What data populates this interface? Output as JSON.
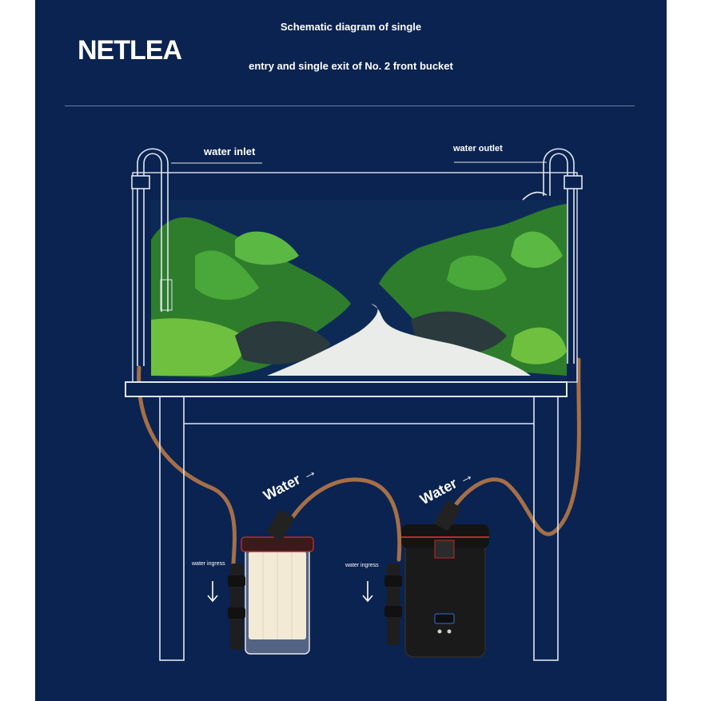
{
  "brand": {
    "logo_text": "NETLEA"
  },
  "header": {
    "title_line1": "Schematic diagram of single",
    "title_line2": "entry and single exit of No. 2 front bucket"
  },
  "labels": {
    "water_inlet": "water inlet",
    "water_outlet": "water outlet",
    "water_ingress_left": "water ingress",
    "water_ingress_right": "water ingress",
    "flow_left": "Water →",
    "flow_right": "Water →"
  },
  "colors": {
    "background": "#0b2350",
    "hose": "#a56f48",
    "line": "#dfe6f2",
    "plant_green": "#3f9a35",
    "canister_body": "#1a1a1a",
    "canister_accent": "#c0282b",
    "prefilter_media": "#f3ead6"
  }
}
